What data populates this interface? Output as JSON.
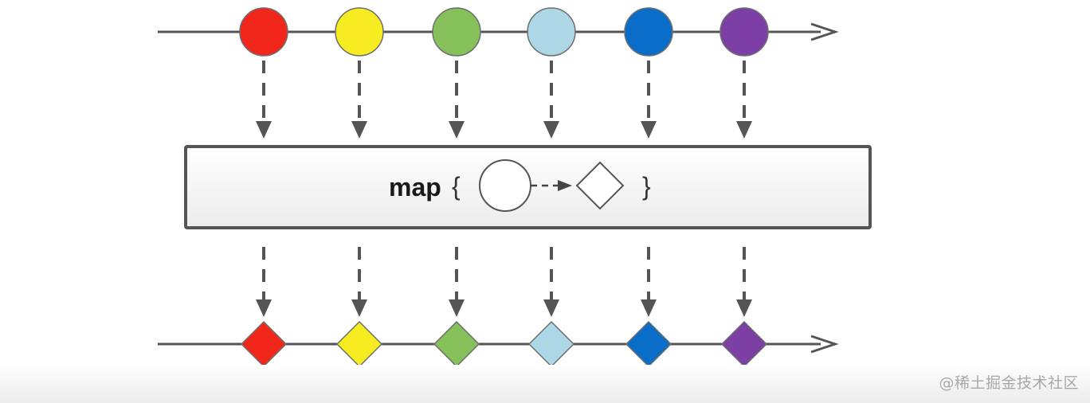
{
  "operator": {
    "name": "map",
    "open_brace": "{",
    "close_brace": "}"
  },
  "input_marbles": [
    {
      "shape": "circle",
      "color": "#f2271c"
    },
    {
      "shape": "circle",
      "color": "#f7ec22"
    },
    {
      "shape": "circle",
      "color": "#86c05a"
    },
    {
      "shape": "circle",
      "color": "#add7e6"
    },
    {
      "shape": "circle",
      "color": "#0a6ec8"
    },
    {
      "shape": "circle",
      "color": "#7b3fa6"
    }
  ],
  "output_marbles": [
    {
      "shape": "diamond",
      "color": "#f2271c"
    },
    {
      "shape": "diamond",
      "color": "#f7ec22"
    },
    {
      "shape": "diamond",
      "color": "#86c05a"
    },
    {
      "shape": "diamond",
      "color": "#add7e6"
    },
    {
      "shape": "diamond",
      "color": "#0a6ec8"
    },
    {
      "shape": "diamond",
      "color": "#7b3fa6"
    }
  ],
  "colors": {
    "timeline": "#555555",
    "arrow": "#555555",
    "box_border": "#555555",
    "box_fill": "#f6f6f6",
    "marble_outline": "#6e6e6e"
  },
  "watermark": "@稀土掘金技术社区"
}
